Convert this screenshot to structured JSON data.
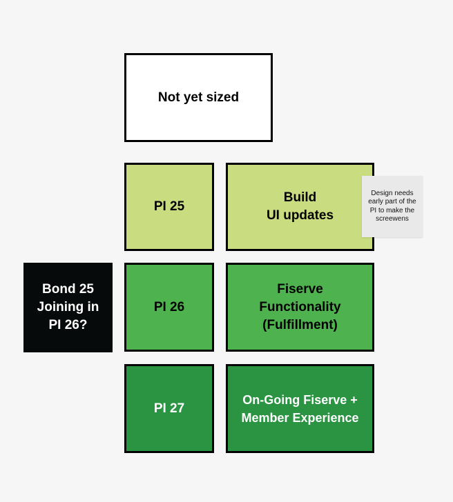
{
  "boxes": {
    "not_sized": {
      "text": "Not yet sized"
    },
    "pi25": {
      "text": "PI 25"
    },
    "build": {
      "line1": "Build",
      "line2": "UI updates"
    },
    "pi26": {
      "text": "PI 26"
    },
    "fiserve": {
      "line1": "Fiserve",
      "line2": "Functionality",
      "line3": "(Fulfillment)"
    },
    "pi27": {
      "text": "PI 27"
    },
    "ongoing": {
      "line1": "On-Going Fiserve +",
      "line2": "Member Experience"
    },
    "bond": {
      "line1": "Bond 25",
      "line2": "Joining in",
      "line3": "PI 26?"
    }
  },
  "sticky_note": {
    "text": "Design needs early part of the PI to make the screewens"
  },
  "colors": {
    "pi25": "#c9dd80",
    "pi26": "#4eb34f",
    "pi27": "#2a9443",
    "not_sized": "#ffffff",
    "bond": "#070a0a",
    "note": "#e8e9e8"
  }
}
